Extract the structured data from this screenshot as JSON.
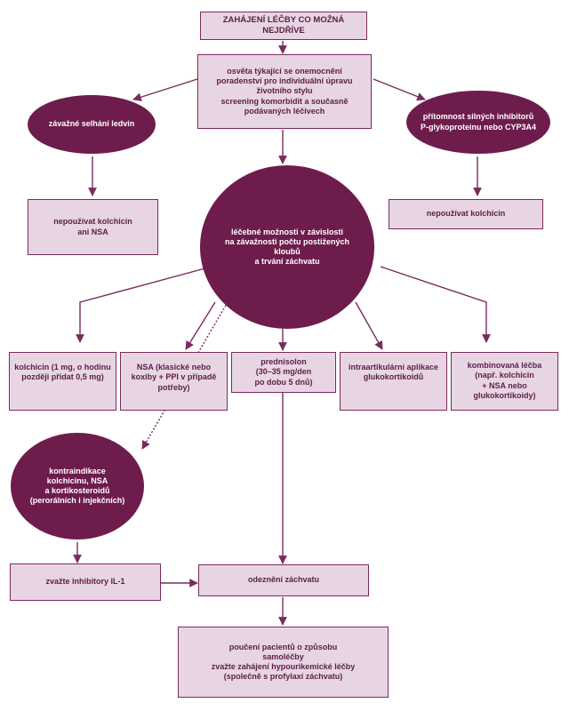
{
  "colors": {
    "box_fill": "#e8d5e4",
    "box_border": "#7a2b5e",
    "oval_fill": "#6e1c4c",
    "arrow": "#7a2b5e",
    "text_dark": "#5a1f44"
  },
  "nodes": {
    "title": [
      "ZAHÁJENÍ LÉČBY CO MOŽNÁ NEJDŘÍVE"
    ],
    "education": [
      "osvěta týkající se onemocnění",
      "poradenství pro individuální úpravu",
      "životního stylu",
      "screening komorbidit a současně",
      "podávaných léčivech"
    ],
    "renal": [
      "závažné selhání ledvin"
    ],
    "inhibitors": [
      "přítomnost silných inhibitorů",
      "P-glykoproteinu nebo CYP3A4"
    ],
    "no_colch_nsa": [
      "nepoužívat kolchicin",
      "ani NSA"
    ],
    "no_colch": [
      "nepoužívat kolchicin"
    ],
    "options": [
      "léčebné možnosti v závislosti",
      "na závažnosti počtu postižených kloubů",
      "a trvání záchvatu"
    ],
    "colchicine": [
      "kolchicin (1 mg, o hodinu",
      "později přidat 0,5 mg)"
    ],
    "nsa": [
      "NSA (klasické nebo",
      "koxiby + PPI v případě",
      "potřeby)"
    ],
    "prednisolone": [
      "prednisolon",
      "(30–35 mg/den",
      "po dobu 5 dnů)"
    ],
    "intraarticular": [
      "intraartikulární aplikace",
      "glukokortikoidů"
    ],
    "combination": [
      "kombinovaná léčba",
      "(např. kolchicin",
      "+ NSA nebo",
      "glukokortikoidy)"
    ],
    "contraindication": [
      "kontraindikace",
      "kolchicinu, NSA",
      "a kortikosteroidů",
      "(perorálních i injekčních)"
    ],
    "il1": [
      "zvažte inhibitory IL-1"
    ],
    "resolution": [
      "odeznění záchvatu"
    ],
    "final": [
      "poučení pacientů o způsobu",
      "samoléčby",
      "zvažte zahájení hypourikemické léčby",
      "(společně s profylaxí záchvatu)"
    ]
  }
}
